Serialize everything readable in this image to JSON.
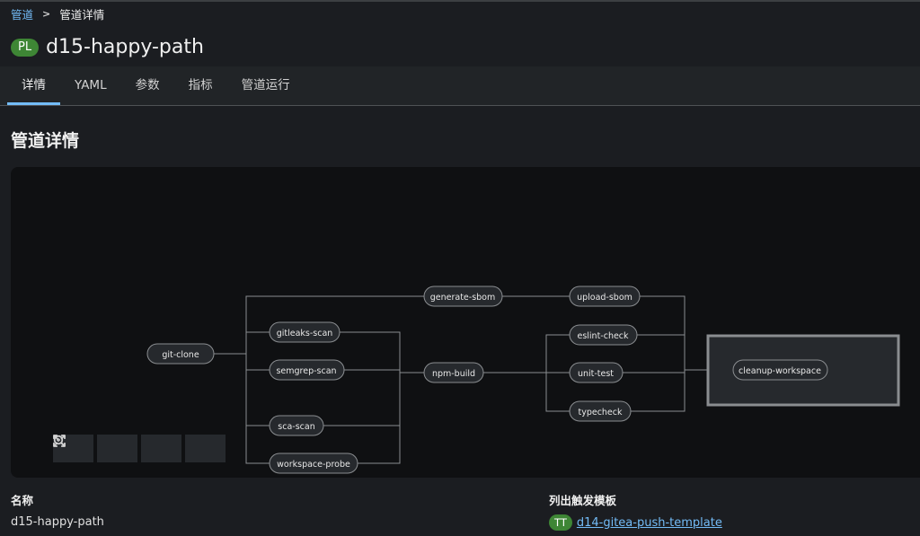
{
  "breadcrumb": {
    "parent": "管道",
    "current": "管道详情"
  },
  "header": {
    "badge": "PL",
    "title": "d15-happy-path"
  },
  "tabs": [
    "详情",
    "YAML",
    "参数",
    "指标",
    "管道运行"
  ],
  "section_title": "管道详情",
  "graph": {
    "nodes": {
      "git_clone": "git-clone",
      "generate_sbom": "generate-sbom",
      "upload_sbom": "upload-sbom",
      "gitleaks_scan": "gitleaks-scan",
      "semgrep_scan": "semgrep-scan",
      "sca_scan": "sca-scan",
      "workspace_probe": "workspace-probe",
      "npm_build": "npm-build",
      "eslint_check": "eslint-check",
      "unit_test": "unit-test",
      "typecheck": "typecheck",
      "cleanup_workspace": "cleanup-workspace"
    },
    "zoom_controls": [
      "zoom-in-icon",
      "zoom-out-icon",
      "fit-icon",
      "expand-icon"
    ]
  },
  "details": {
    "name_label": "名称",
    "name_value": "d15-happy-path",
    "trigger_label": "列出触发模板",
    "trigger_badge": "TT",
    "trigger_value": "d14-gitea-push-template"
  },
  "colors": {
    "accent": "#73bcf7",
    "badge_green": "#3e8635",
    "panel_bg": "#0f1012"
  }
}
